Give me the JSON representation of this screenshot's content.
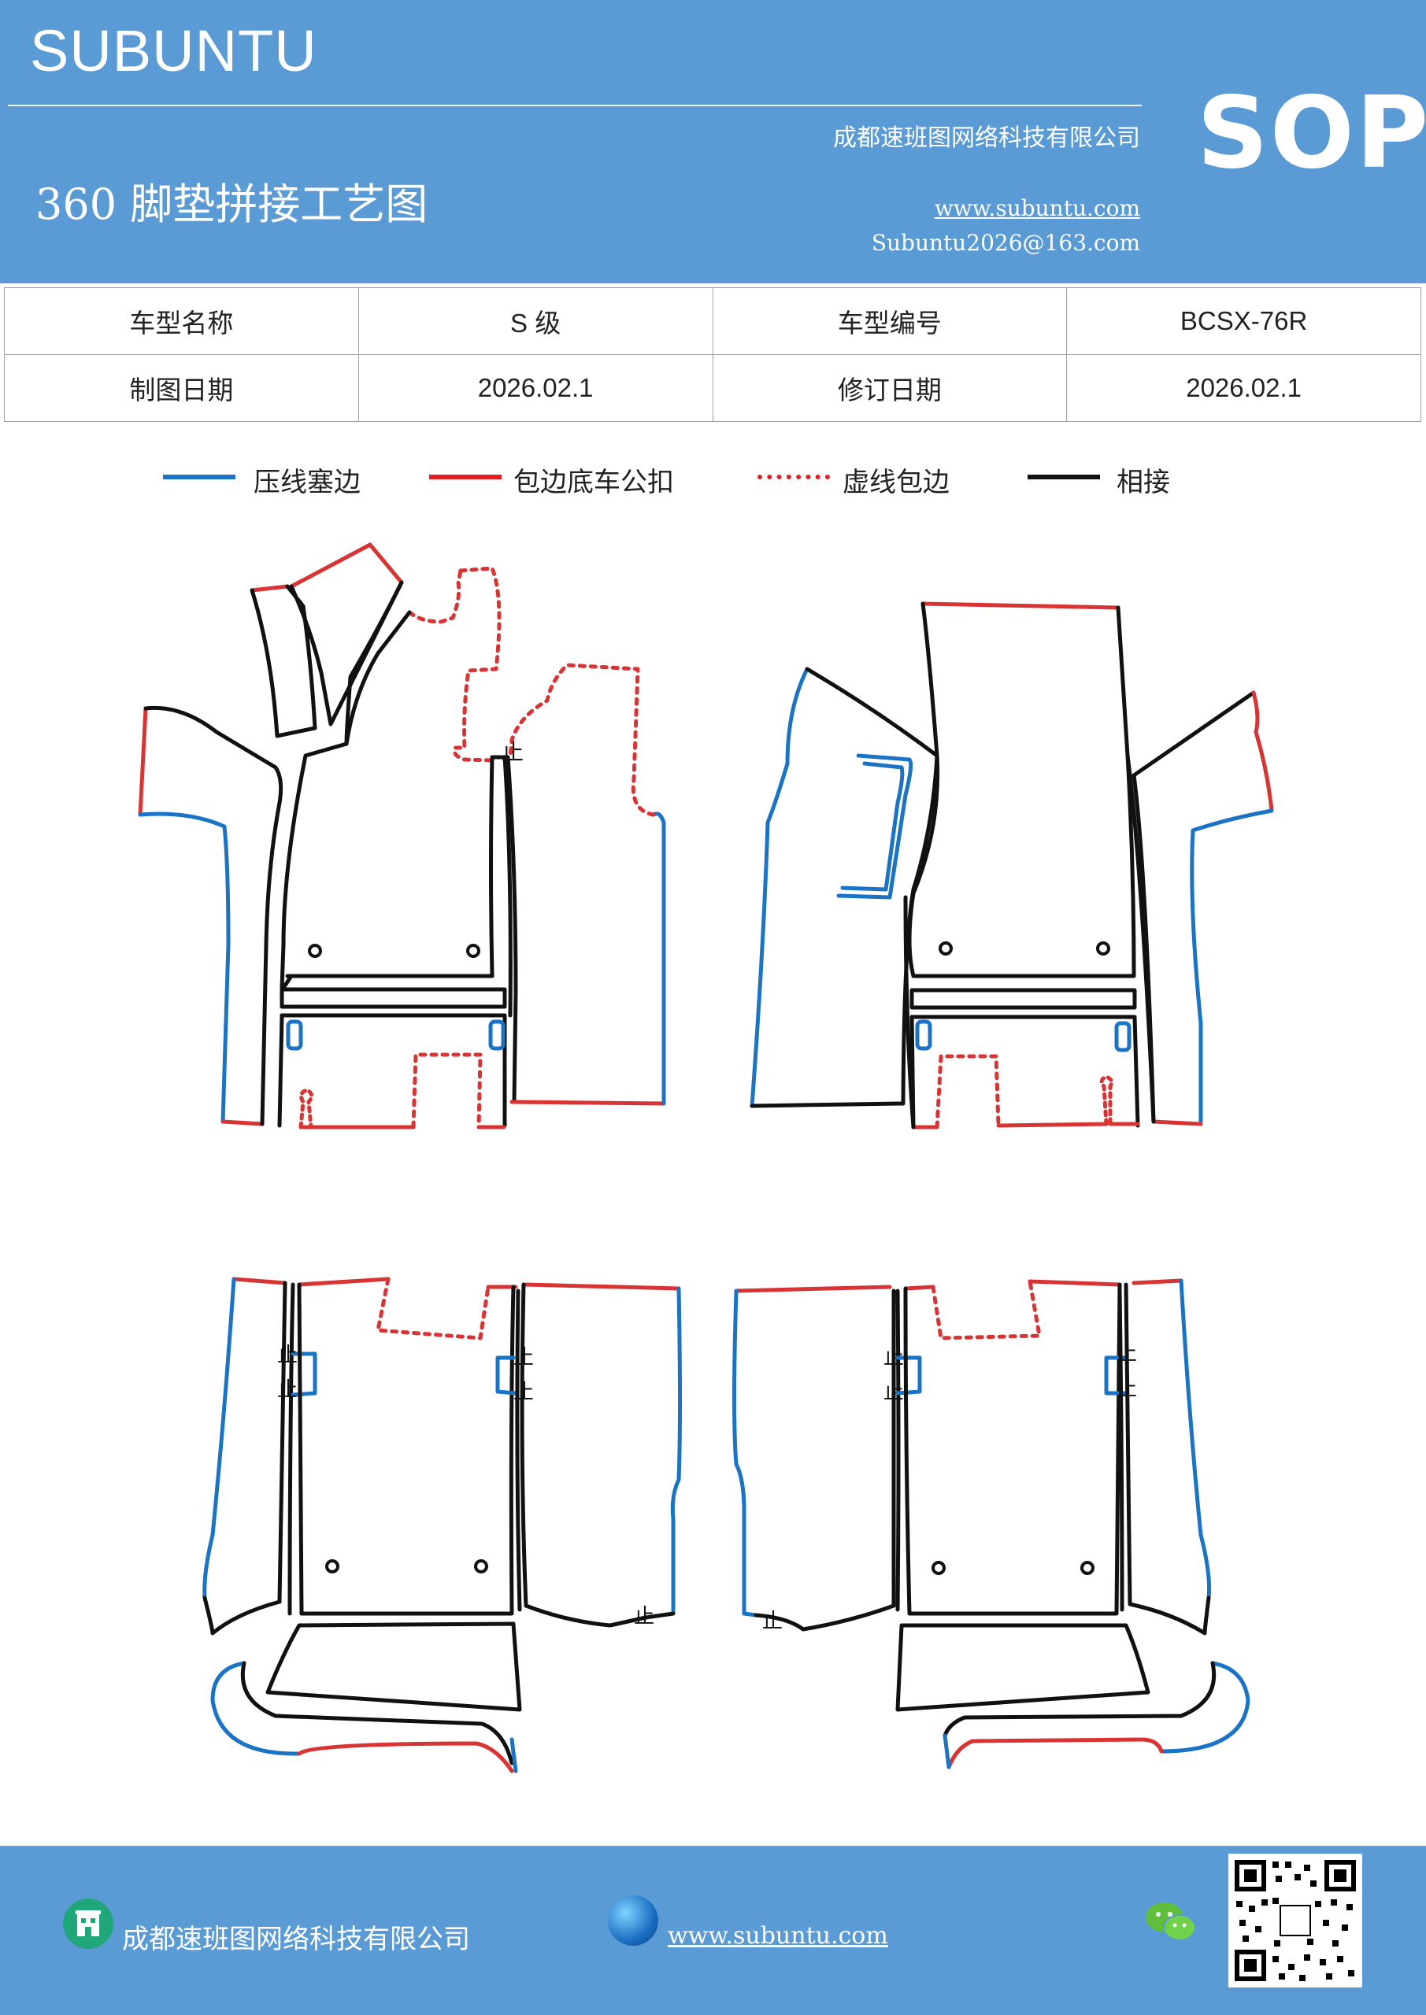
{
  "header": {
    "brand": "SUBUNTU",
    "company": "成都速班图网络科技有限公司",
    "badge": "SOP",
    "title": "360 脚垫拼接工艺图",
    "website": "www.subuntu.com",
    "email": "Subuntu2026@163.com"
  },
  "info_table": {
    "rows": [
      [
        "车型名称",
        "S 级",
        "车型编号",
        "BCSX-76R"
      ],
      [
        "制图日期",
        "2026.02.1",
        "修订日期",
        "2026.02.1"
      ]
    ]
  },
  "legend": [
    {
      "label": "压线塞边",
      "color": "#1a73c4",
      "style": "solid"
    },
    {
      "label": "包边底车公扣",
      "color": "#e02020",
      "style": "solid"
    },
    {
      "label": "虚线包边",
      "color": "#e02020",
      "style": "dotted"
    },
    {
      "label": "相接",
      "color": "#000000",
      "style": "solid"
    }
  ],
  "colors": {
    "header_bg": "#5b9bd5",
    "blue_line": "#1a73c4",
    "red_line": "#d83434",
    "black_line": "#111111"
  },
  "footer": {
    "company": "成都速班图网络科技有限公司",
    "website": "www.subuntu.com",
    "icons": [
      "building-icon",
      "globe-icon",
      "wechat-icon",
      "qr-code"
    ]
  }
}
